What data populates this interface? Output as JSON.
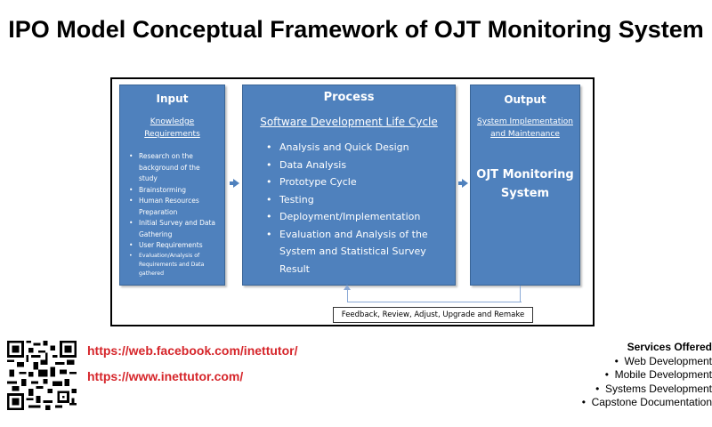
{
  "title": "IPO Model Conceptual Framework of OJT Monitoring System",
  "input": {
    "heading": "Input",
    "subheading": "Knowledge Requirements",
    "items": [
      "Research on the background of the study",
      "Brainstorming",
      "Human Resources Preparation",
      "Initial Survey and Data Gathering",
      "User Requirements",
      "Evaluation/Analysis of Requirements and Data gathered"
    ]
  },
  "process": {
    "heading": "Process",
    "subheading": "Software Development Life Cycle",
    "items": [
      "Analysis and Quick Design",
      "Data Analysis",
      "Prototype Cycle",
      "Testing",
      "Deployment/Implementation",
      "Evaluation and Analysis of the System and Statistical Survey Result"
    ]
  },
  "output": {
    "heading": "Output",
    "subheading": "System Implementation and Maintenance",
    "main": "OJT Monitoring System"
  },
  "feedback": "Feedback, Review, Adjust, Upgrade and Remake",
  "links": {
    "facebook": "https://web.facebook.com/inettutor/",
    "website": "https://www.inettutor.com/"
  },
  "services": {
    "title": "Services Offered",
    "items": [
      "Web Development",
      "Mobile Development",
      "Systems Development",
      "Capstone Documentation"
    ]
  },
  "colors": {
    "box_fill": "#4f81bd",
    "link_red": "#d6262b"
  },
  "icons": [
    "qr-code-icon",
    "right-arrow-icon"
  ]
}
